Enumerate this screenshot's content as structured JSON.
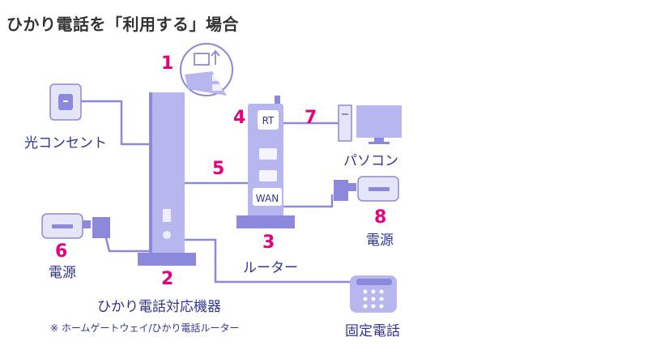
{
  "title": "ひかり電話を「利用する」場合",
  "labels": {
    "optical_outlet": "光コンセント",
    "pc": "パソコン",
    "power_left": "電源",
    "power_right": "電源",
    "router": "ルーター",
    "hikari_device": "ひかり電話対応機器",
    "device_note": "※ ホームゲートウェイ/ひかり電話ルーター",
    "fixed_phone": "固定電話"
  },
  "numbers": {
    "n1": "1",
    "n2": "2",
    "n3": "3",
    "n4": "4",
    "n5": "5",
    "n6": "6",
    "n7": "7",
    "n8": "8"
  },
  "router_ports": {
    "rt": "RT",
    "wan": "WAN"
  },
  "colors": {
    "device_fill": "#b7b6ef",
    "device_dark": "#8c88db",
    "outline": "#2f3596",
    "cable": "#8c88db",
    "number": "#e4007f",
    "outlet_fill": "#e5e5f8"
  }
}
